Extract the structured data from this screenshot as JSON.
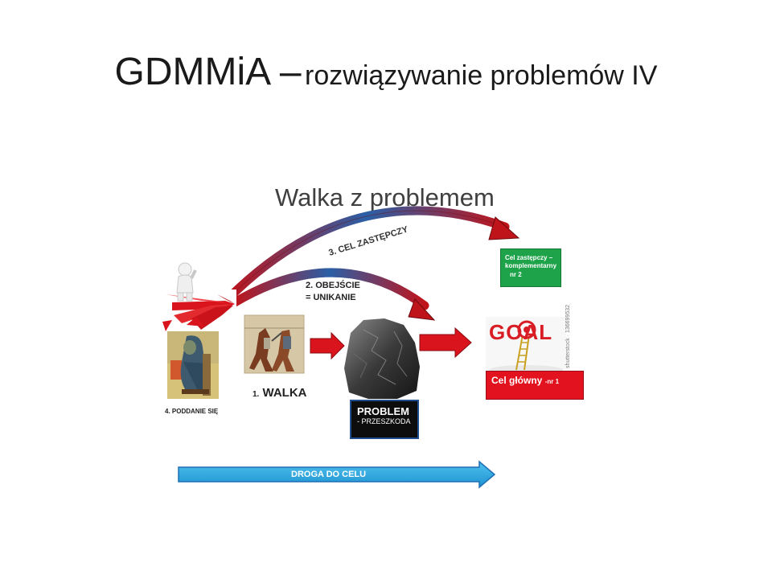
{
  "slide": {
    "title_main": "GDMMiA –",
    "title_sub": "rozwiązywanie problemów IV"
  },
  "diagram": {
    "title": "Walka z problemem",
    "arc_replacement_label": "3. CEL ZASTĘPCZY",
    "arc_bypass_line1": "2. OBEJŚCIE",
    "arc_bypass_line2": "= UNIKANIE",
    "fight_number": "1.",
    "fight_label": "WALKA",
    "give_up_label": "4. PODDANIE SIĘ",
    "problem_title": "PROBLEM",
    "problem_subtitle": "- PRZESZKODA",
    "replacement_goal_line1": "Cel zastępczy –",
    "replacement_goal_line2": "komplementarny",
    "replacement_goal_line3": "nr 2",
    "main_goal_label": "Cel główny",
    "main_goal_nr": "-nr 1",
    "goal_image_text": "GOAL",
    "stock_watermark": "shutterstock · 136699532",
    "road_label": "DROGA DO CELU"
  },
  "colors": {
    "arrow_red": "#d9141c",
    "green_box": "#1fa34a",
    "red_box": "#e2121e",
    "road_arrow": "#29a8e0",
    "road_arrow_border": "#1f6fb5"
  }
}
